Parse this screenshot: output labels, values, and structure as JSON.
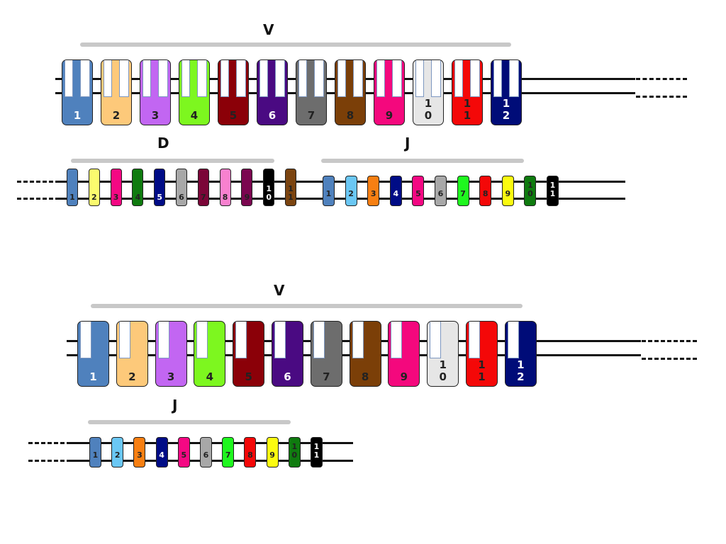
{
  "labels": {
    "v_top": "V",
    "d_top": "D",
    "j_top": "J",
    "v_bottom": "V",
    "j_bottom": "J"
  },
  "v_segments_top": [
    {
      "label": "1",
      "color": "#4f81bd",
      "text": "#ffffff"
    },
    {
      "label": "2",
      "color": "#fdc97a",
      "text": "#222222"
    },
    {
      "label": "3",
      "color": "#c266f2",
      "text": "#222222"
    },
    {
      "label": "4",
      "color": "#7df71f",
      "text": "#222222"
    },
    {
      "label": "5",
      "color": "#8b0008",
      "text": "#222222"
    },
    {
      "label": "6",
      "color": "#4a0a82",
      "text": "#ffffff"
    },
    {
      "label": "7",
      "color": "#6d6d6d",
      "text": "#222222"
    },
    {
      "label": "8",
      "color": "#7b3f08",
      "text": "#222222"
    },
    {
      "label": "9",
      "color": "#f4087d",
      "text": "#222222"
    },
    {
      "label": "10",
      "color": "#e6e6e6",
      "text": "#222222"
    },
    {
      "label": "11",
      "color": "#f40808",
      "text": "#222222"
    },
    {
      "label": "12",
      "color": "#000c78",
      "text": "#ffffff"
    }
  ],
  "d_segments": [
    {
      "label": "1",
      "color": "#4f81bd",
      "text": "#222222"
    },
    {
      "label": "2",
      "color": "#fbfb6e",
      "text": "#222222"
    },
    {
      "label": "3",
      "color": "#f40883",
      "text": "#222222"
    },
    {
      "label": "4",
      "color": "#0f7b0f",
      "text": "#222222"
    },
    {
      "label": "5",
      "color": "#000c86",
      "text": "#ffffff"
    },
    {
      "label": "6",
      "color": "#a8a8a8",
      "text": "#222222"
    },
    {
      "label": "7",
      "color": "#7b0638",
      "text": "#222222"
    },
    {
      "label": "8",
      "color": "#f881cf",
      "text": "#222222"
    },
    {
      "label": "9",
      "color": "#7b0650",
      "text": "#222222"
    },
    {
      "label": "10",
      "color": "#000000",
      "text": "#ffffff"
    },
    {
      "label": "11",
      "color": "#7b4410",
      "text": "#222222"
    }
  ],
  "j_segments": [
    {
      "label": "1",
      "color": "#4f81bd",
      "text": "#222222"
    },
    {
      "label": "2",
      "color": "#6ac7f4",
      "text": "#222222"
    },
    {
      "label": "3",
      "color": "#f77f12",
      "text": "#222222"
    },
    {
      "label": "4",
      "color": "#000c86",
      "text": "#ffffff"
    },
    {
      "label": "5",
      "color": "#f40883",
      "text": "#222222"
    },
    {
      "label": "6",
      "color": "#a8a8a8",
      "text": "#222222"
    },
    {
      "label": "7",
      "color": "#1ff71f",
      "text": "#222222"
    },
    {
      "label": "8",
      "color": "#f40808",
      "text": "#222222"
    },
    {
      "label": "9",
      "color": "#fbfb10",
      "text": "#222222"
    },
    {
      "label": "10",
      "color": "#0f7b0f",
      "text": "#222222"
    },
    {
      "label": "11",
      "color": "#000000",
      "text": "#ffffff"
    }
  ]
}
